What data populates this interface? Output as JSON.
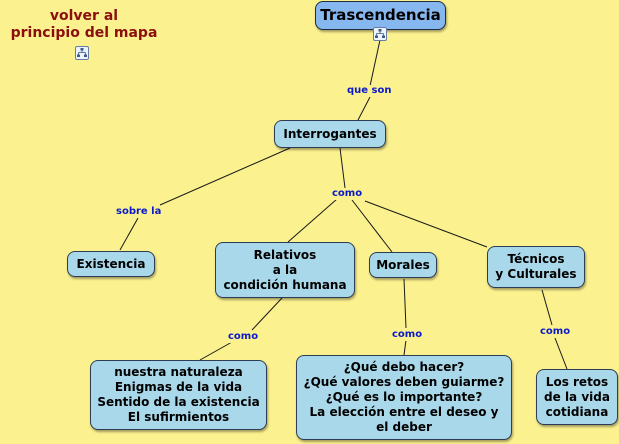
{
  "back_link": {
    "label": "volver al\nprincipio del mapa",
    "icon": "concept-map-icon"
  },
  "nodes": {
    "trascendencia": "Trascendencia",
    "interrogantes": "Interrogantes",
    "existencia": "Existencia",
    "relativos": "Relativos\na la\ncondición humana",
    "morales": "Morales",
    "tecnicos": "Técnicos\ny Culturales",
    "naturaleza": "nuestra naturaleza\nEnigmas de la vida\nSentido de la existencia\nEl sufirmientos",
    "preguntas": "¿Qué debo hacer?\n¿Qué valores deben guiarme?\n¿Qué es lo importante?\nLa elección entre el deseo y\nel deber",
    "retos": "Los retos\nde la vida\ncotidiana"
  },
  "links": {
    "que_son": "que son",
    "sobre_la": "sobre la",
    "como_main": "como",
    "como_relativos": "como",
    "como_morales": "como",
    "como_tecnicos": "como"
  },
  "colors": {
    "background": "#fbf18f",
    "node_fill": "#a9d8ea",
    "root_fill": "#86b7ef",
    "link_text": "#0a1acb",
    "back_link_text": "#8b0f0f"
  }
}
